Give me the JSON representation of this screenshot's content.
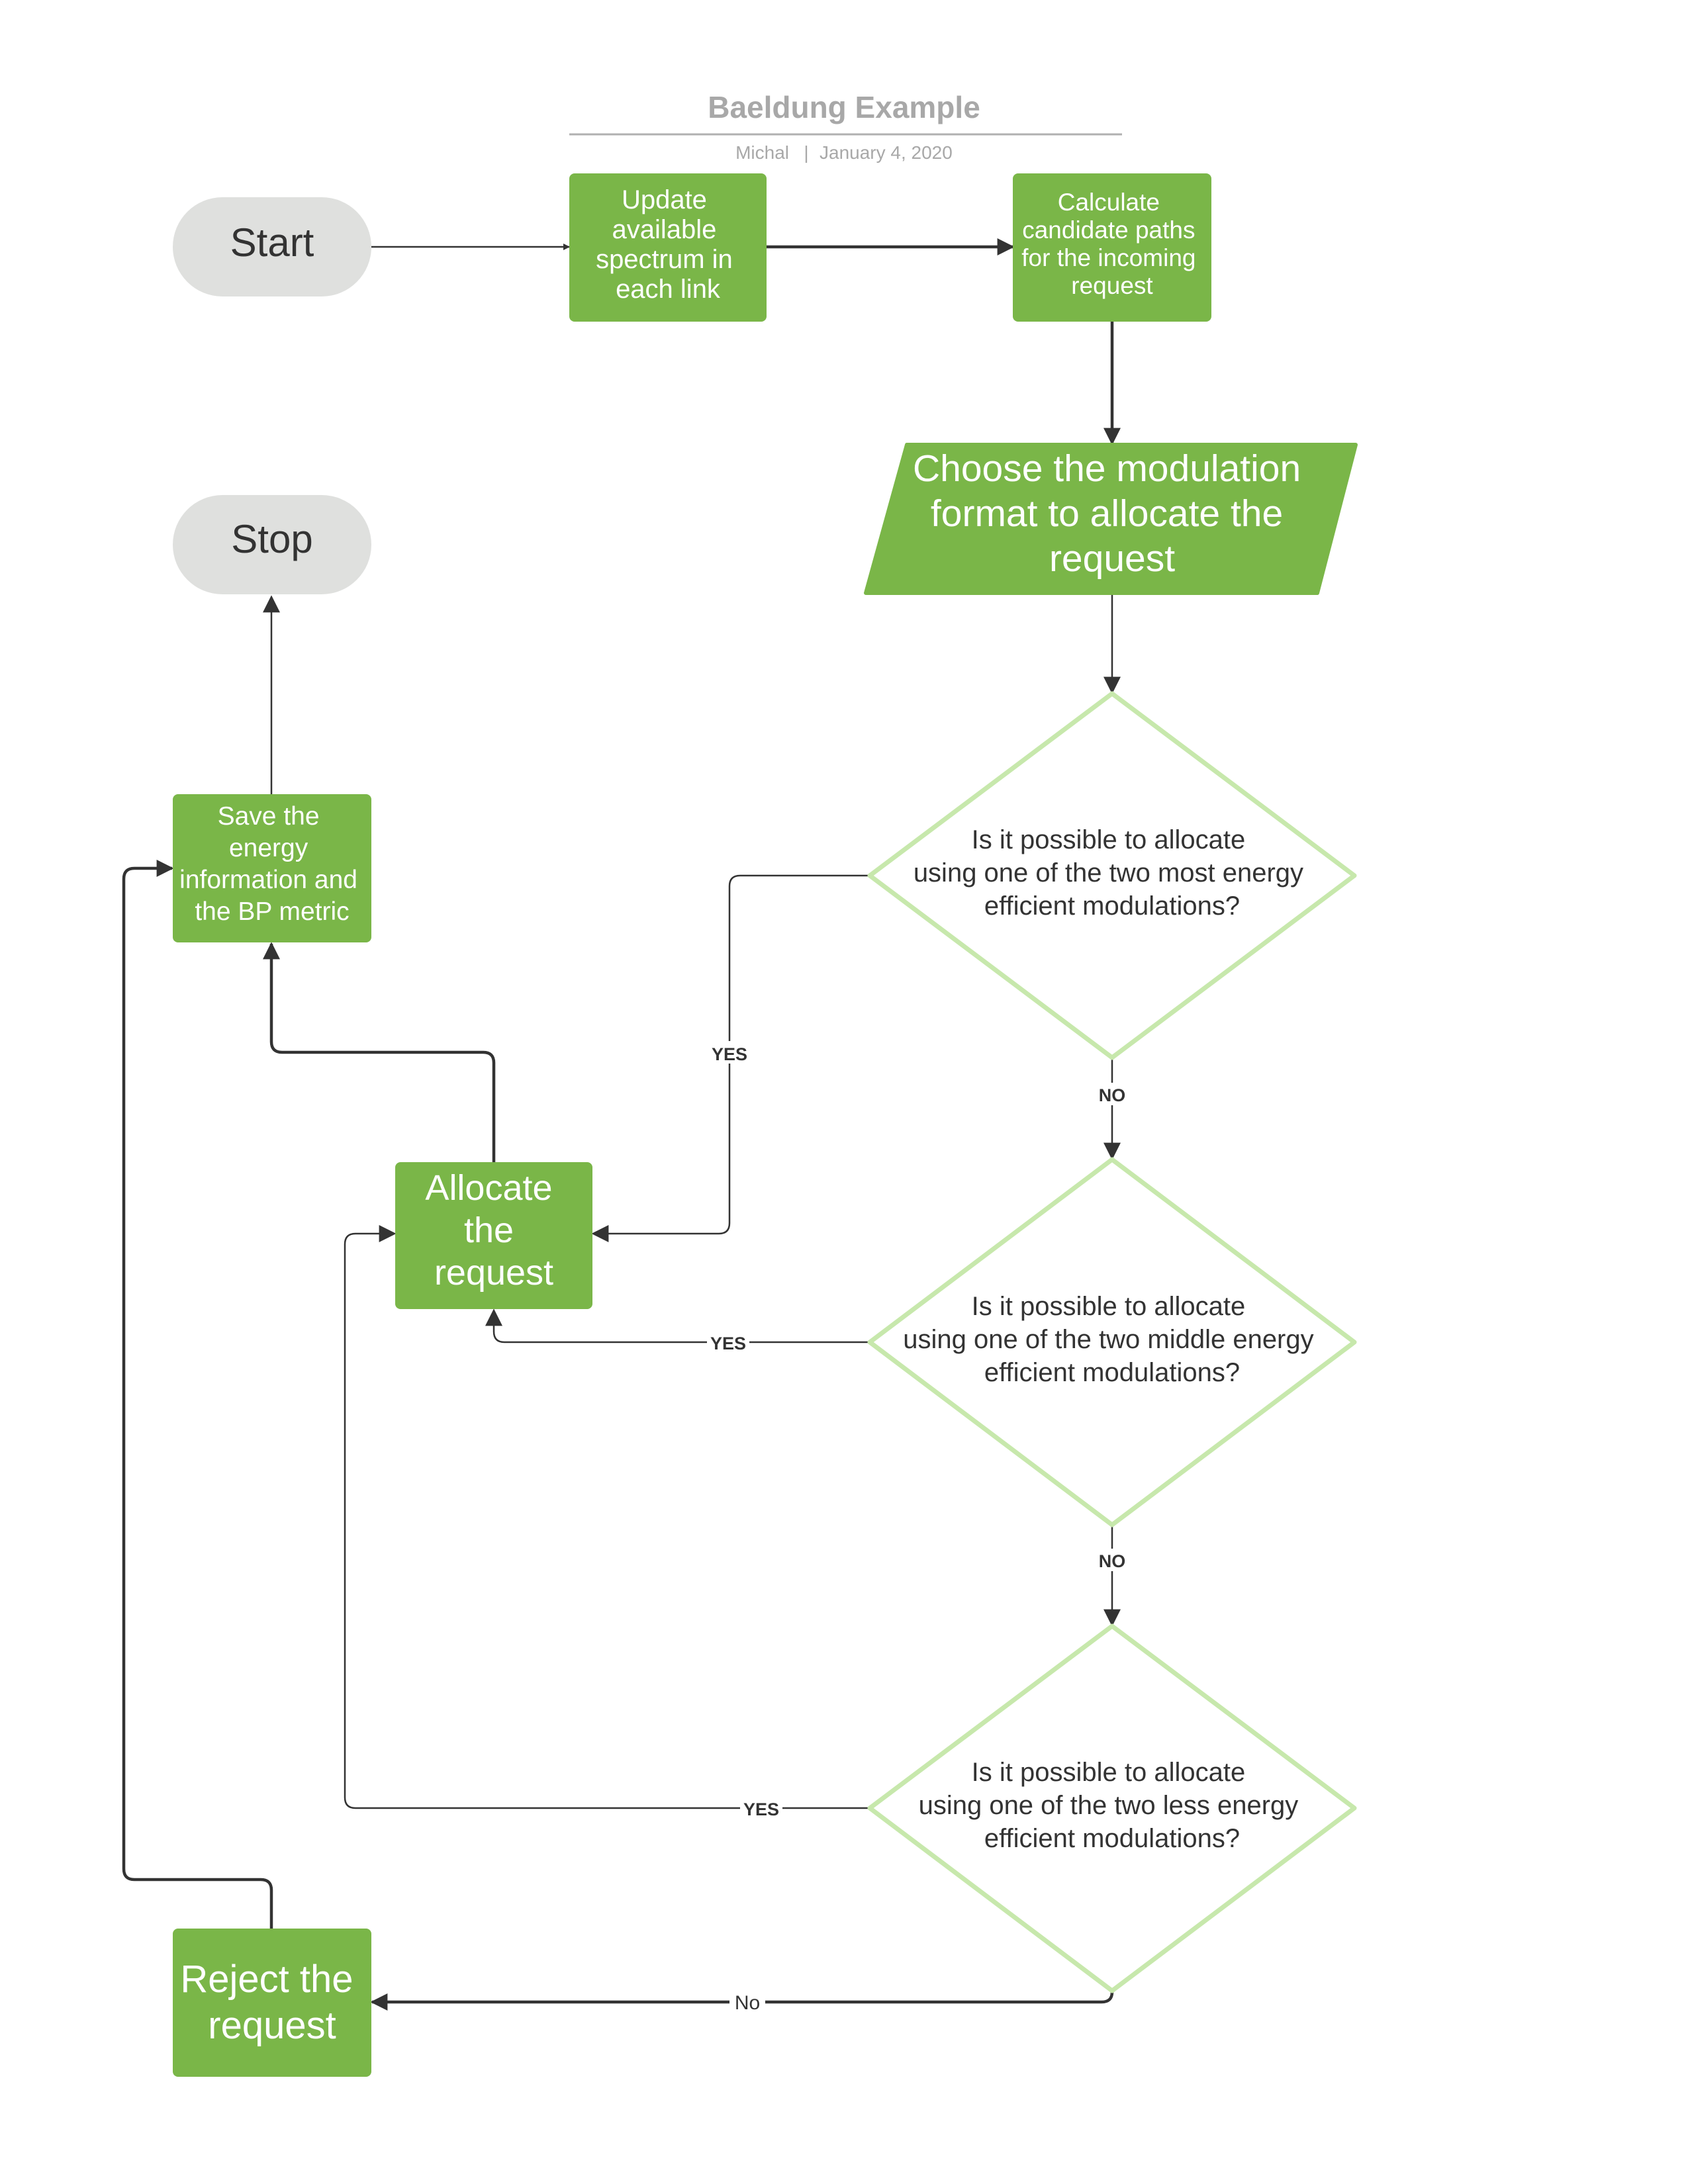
{
  "header": {
    "title": "Baeldung Example",
    "author": "Michal",
    "separator": "|",
    "date": "January 4, 2020"
  },
  "nodes": {
    "start": "Start",
    "stop": "Stop",
    "update": [
      "Update",
      "available",
      "spectrum in",
      "each link"
    ],
    "calculate": [
      "Calculate",
      "candidate paths",
      "for the incoming",
      "request"
    ],
    "choose": [
      "Choose the modulation",
      "format to allocate the",
      "request"
    ],
    "decision1": [
      "Is it possible to allocate",
      "using one of the two most energy",
      "efficient modulations?"
    ],
    "decision2": [
      "Is it possible to allocate",
      "using one of the two middle energy",
      "efficient modulations?"
    ],
    "decision3": [
      "Is it possible to allocate",
      "using one of the two less energy",
      "efficient modulations?"
    ],
    "allocate": [
      "Allocate",
      "the",
      "request"
    ],
    "save": [
      "Save the",
      "energy",
      "information and",
      "the BP metric"
    ],
    "reject": [
      "Reject the",
      "request"
    ]
  },
  "edge_labels": {
    "d1_yes": "YES",
    "d1_no": "NO",
    "d2_yes": "YES",
    "d2_no": "NO",
    "d3_yes": "YES",
    "d3_no": "No"
  },
  "colors": {
    "process_fill": "#7ab648",
    "terminal_fill": "#dfe0de",
    "decision_stroke": "#c7e8ac",
    "connector": "#333333",
    "title_text": "#a8a8a8"
  }
}
